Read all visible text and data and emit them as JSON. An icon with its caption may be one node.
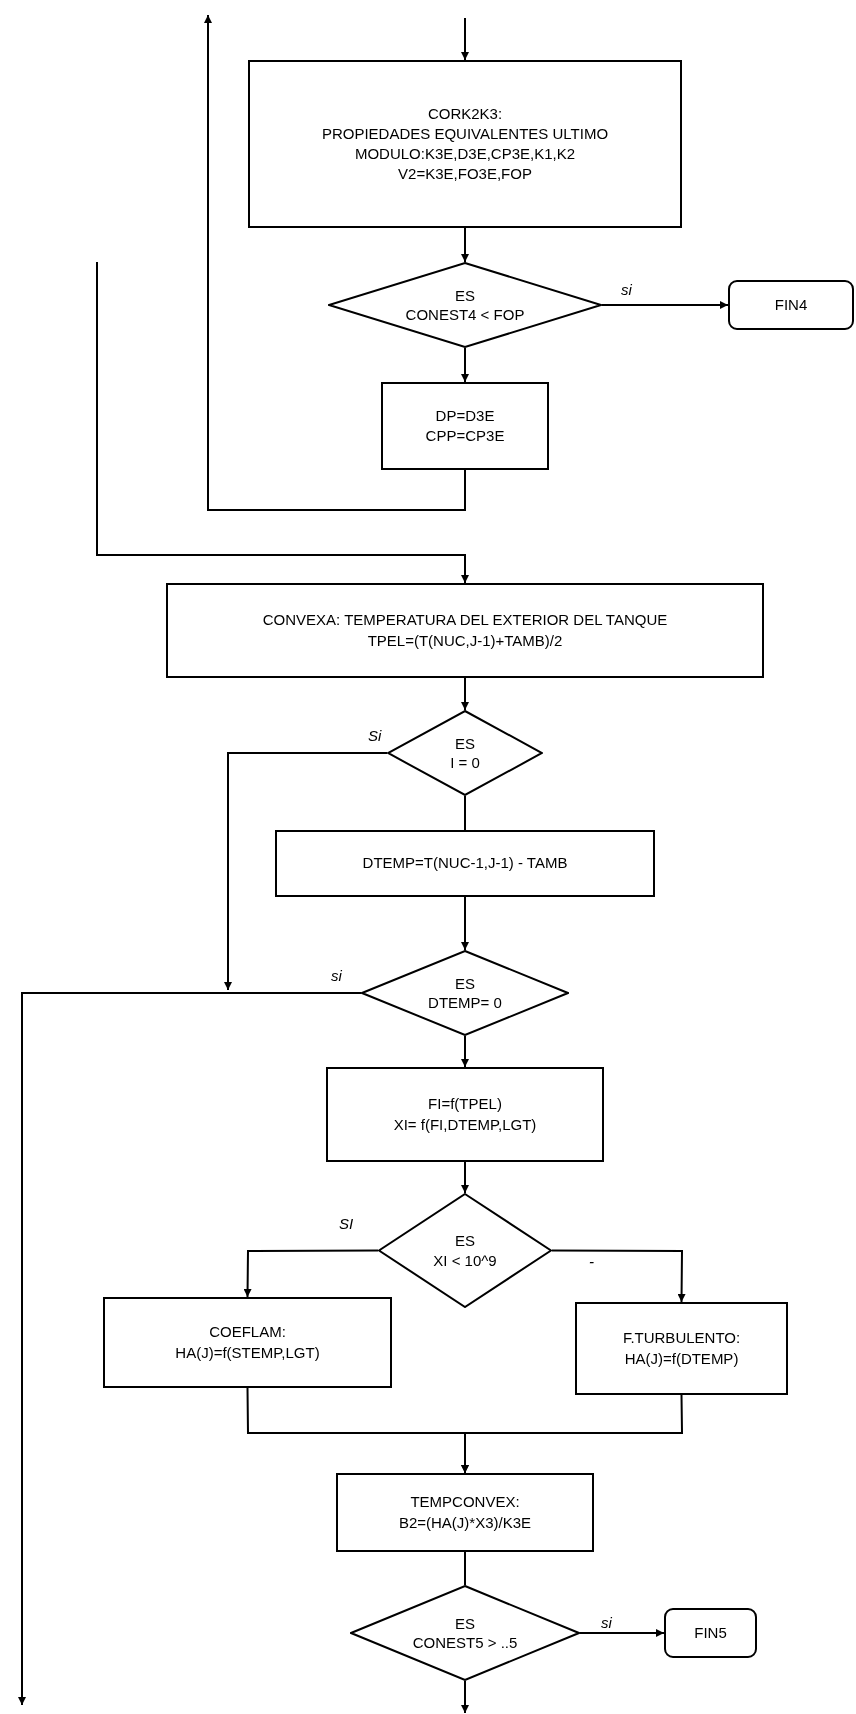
{
  "diagram": {
    "nodes": [
      {
        "text": [
          "CORK2K3:",
          "PROPIEDADES EQUIVALENTES ULTIMO",
          "MODULO:K3E,D3E,CP3E,K1,K2",
          "V2=K3E,FO3E,FOP"
        ]
      },
      {
        "text": [
          "ES",
          "CONEST4 < FOP"
        ]
      },
      {
        "text": [
          "FIN4"
        ]
      },
      {
        "text": [
          "DP=D3E",
          "CPP=CP3E"
        ]
      },
      {
        "text": [
          "CONVEXA: TEMPERATURA DEL EXTERIOR DEL TANQUE",
          "TPEL=(T(NUC,J-1)+TAMB)/2"
        ]
      },
      {
        "text": [
          "ES",
          "I = 0"
        ]
      },
      {
        "text": [
          "DTEMP=T(NUC-1,J-1) - TAMB"
        ]
      },
      {
        "text": [
          "ES",
          "DTEMP= 0"
        ]
      },
      {
        "text": [
          "FI=f(TPEL)",
          "XI= f(FI,DTEMP,LGT)"
        ]
      },
      {
        "text": [
          "ES",
          "XI < 10^9"
        ]
      },
      {
        "text": [
          "COEFLAM:",
          "HA(J)=f(STEMP,LGT)"
        ]
      },
      {
        "text": [
          "F.TURBULENTO:",
          "HA(J)=f(DTEMP)"
        ]
      },
      {
        "text": [
          "TEMPCONVEX:",
          "B2=(HA(J)*X3)/K3E"
        ]
      },
      {
        "text": [
          "ES",
          "CONEST5 > ..5"
        ]
      },
      {
        "text": [
          "FIN5"
        ]
      }
    ],
    "edges": [
      {
        "from": null,
        "to": 0,
        "arrow": "to"
      },
      {
        "from": 0,
        "to": 1,
        "arrow": "to"
      },
      {
        "from": 1,
        "to": 2,
        "arrow": "to",
        "label": "si"
      },
      {
        "from": 1,
        "to": 3,
        "arrow": "to"
      },
      {
        "from": 3,
        "to": null,
        "arrow": "to"
      },
      {
        "from": null,
        "to": 4,
        "arrow": "to"
      },
      {
        "from": 4,
        "to": 5,
        "arrow": "to"
      },
      {
        "from": 5,
        "to": 6,
        "arrow": "none"
      },
      {
        "from": 5,
        "to": null,
        "arrow": "to",
        "label": "Si"
      },
      {
        "from": 6,
        "to": 7,
        "arrow": "to"
      },
      {
        "from": 7,
        "to": null,
        "arrow": "to",
        "label": "si"
      },
      {
        "from": 7,
        "to": 8,
        "arrow": "to"
      },
      {
        "from": 8,
        "to": 9,
        "arrow": "to"
      },
      {
        "from": 9,
        "to": 10,
        "arrow": "to",
        "label": "SI"
      },
      {
        "from": 9,
        "to": 11,
        "arrow": "to",
        "label": "-"
      },
      {
        "from": 10,
        "to": 12,
        "arrow": "to"
      },
      {
        "from": 11,
        "to": 12,
        "arrow": "to"
      },
      {
        "from": 12,
        "to": 13,
        "arrow": "none"
      },
      {
        "from": 13,
        "to": 14,
        "arrow": "to",
        "label": "si"
      },
      {
        "from": 13,
        "to": null,
        "arrow": "to"
      }
    ]
  }
}
